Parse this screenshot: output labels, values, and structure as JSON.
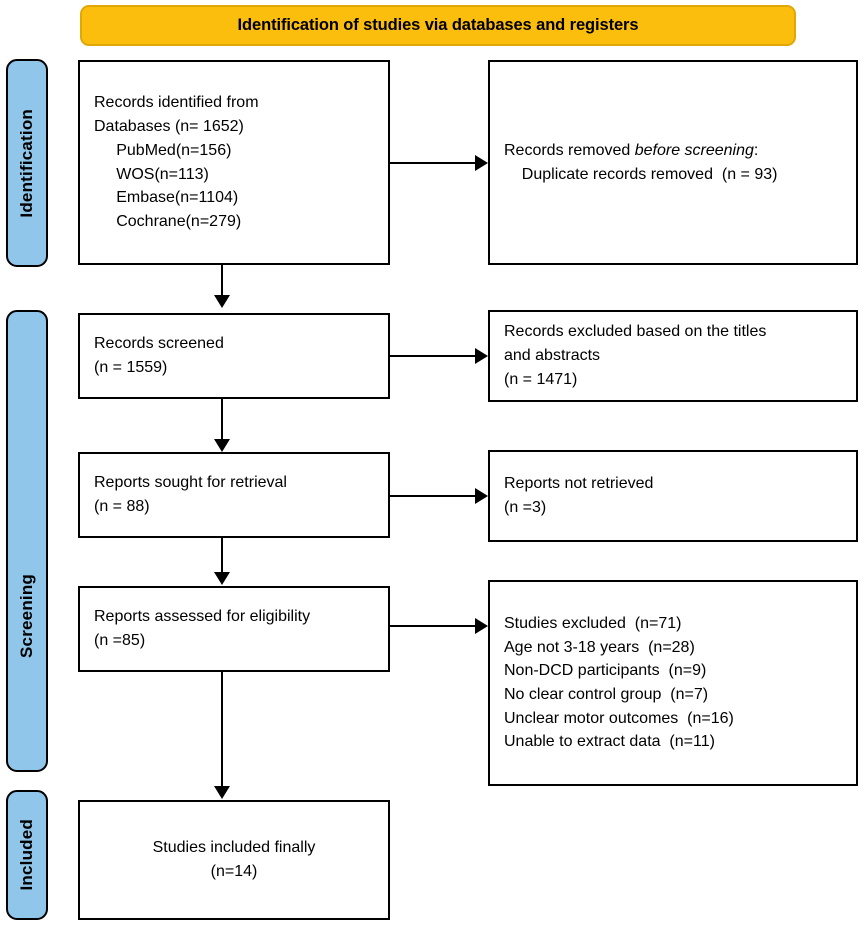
{
  "banner": {
    "title": "Identification of studies via databases and registers",
    "fill_color": "#FCBE0D",
    "border_color": "#E0A806"
  },
  "stages": {
    "identification": "Identification",
    "screening": "Screening",
    "included": "Included",
    "tab_color": "#8FC6E9"
  },
  "boxes": {
    "identified": {
      "lines": [
        "Records identified from",
        "Databases (n= 1652)",
        "     PubMed(n=156)",
        "     WOS(n=113)",
        "     Embase(n=1104)",
        "     Cochrane(n=279)"
      ]
    },
    "removed": {
      "line1_prefix": "Records removed ",
      "line1_italic": "before screening",
      "line1_suffix": ":",
      "line2": "    Duplicate records removed  (n = 93)"
    },
    "screened": {
      "lines": [
        "Records screened",
        "(n = 1559)"
      ]
    },
    "excluded": {
      "lines": [
        "Records excluded based on the titles",
        "and abstracts",
        "(n = 1471)"
      ]
    },
    "sought": {
      "lines": [
        "Reports sought for retrieval",
        "(n = 88)"
      ]
    },
    "not_retrieved": {
      "lines": [
        "Reports not retrieved",
        "(n =3)"
      ]
    },
    "assessed": {
      "lines": [
        "Reports assessed for eligibility",
        "(n =85)"
      ]
    },
    "exclusions": {
      "lines": [
        "Studies excluded  (n=71)",
        "Age not 3-18 years  (n=28)",
        "Non-DCD participants  (n=9)",
        "No clear control group  (n=7)",
        "Unclear motor outcomes  (n=16)",
        "Unable to extract data  (n=11)"
      ]
    },
    "included": {
      "lines": [
        "Studies included finally",
        "(n=14)"
      ]
    }
  },
  "chart_data": {
    "type": "diagram",
    "title": "PRISMA 2020 flow diagram for new systematic reviews which included searches of databases and registers only",
    "nodes": [
      {
        "id": "identified",
        "stage": "Identification",
        "label": "Records identified from Databases",
        "n": 1652,
        "breakdown": [
          {
            "source": "PubMed",
            "n": 156
          },
          {
            "source": "WOS",
            "n": 113
          },
          {
            "source": "Embase",
            "n": 1104
          },
          {
            "source": "Cochrane",
            "n": 279
          }
        ]
      },
      {
        "id": "removed",
        "stage": "Identification",
        "label": "Records removed before screening: Duplicate records removed",
        "n": 93
      },
      {
        "id": "screened",
        "stage": "Screening",
        "label": "Records screened",
        "n": 1559
      },
      {
        "id": "excluded",
        "stage": "Screening",
        "label": "Records excluded based on the titles and abstracts",
        "n": 1471
      },
      {
        "id": "sought",
        "stage": "Screening",
        "label": "Reports sought for retrieval",
        "n": 88
      },
      {
        "id": "not_retrieved",
        "stage": "Screening",
        "label": "Reports not retrieved",
        "n": 3
      },
      {
        "id": "assessed",
        "stage": "Screening",
        "label": "Reports assessed for eligibility",
        "n": 85
      },
      {
        "id": "exclusions",
        "stage": "Screening",
        "label": "Studies excluded",
        "n": 71,
        "breakdown": [
          {
            "reason": "Age not 3-18 years",
            "n": 28
          },
          {
            "reason": "Non-DCD participants",
            "n": 9
          },
          {
            "reason": "No clear control group",
            "n": 7
          },
          {
            "reason": "Unclear motor outcomes",
            "n": 16
          },
          {
            "reason": "Unable to extract data",
            "n": 11
          }
        ]
      },
      {
        "id": "included",
        "stage": "Included",
        "label": "Studies included finally",
        "n": 14
      }
    ],
    "edges": [
      {
        "from": "identified",
        "to": "removed",
        "direction": "right"
      },
      {
        "from": "identified",
        "to": "screened",
        "direction": "down"
      },
      {
        "from": "screened",
        "to": "excluded",
        "direction": "right"
      },
      {
        "from": "screened",
        "to": "sought",
        "direction": "down"
      },
      {
        "from": "sought",
        "to": "not_retrieved",
        "direction": "right"
      },
      {
        "from": "sought",
        "to": "assessed",
        "direction": "down"
      },
      {
        "from": "assessed",
        "to": "exclusions",
        "direction": "right"
      },
      {
        "from": "assessed",
        "to": "included",
        "direction": "down"
      }
    ]
  }
}
